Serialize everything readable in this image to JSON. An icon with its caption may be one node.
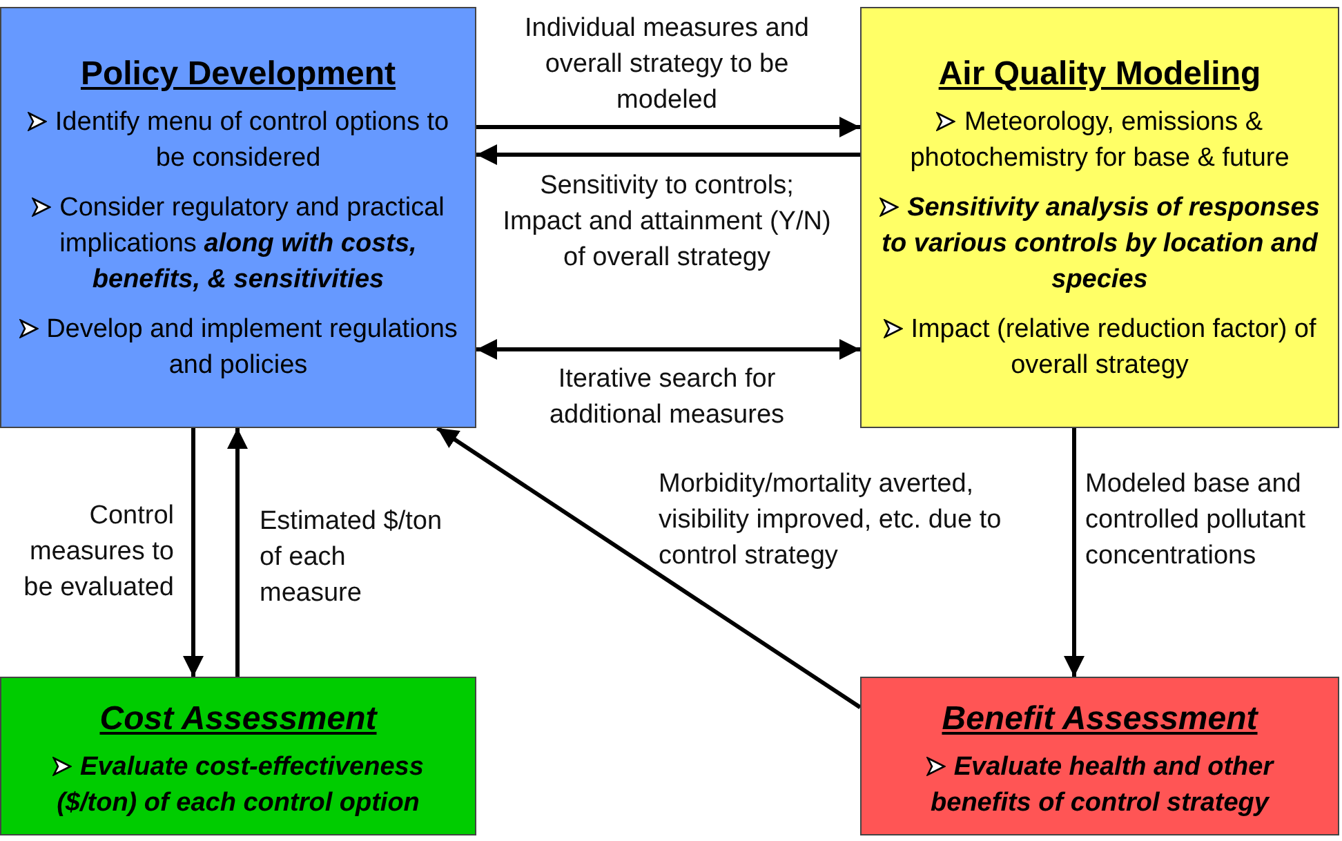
{
  "diagram": {
    "nodes": [
      {
        "text": [
          "Policy Development",
          "Identify menu of control options to be considered",
          "Consider regulatory and practical implications **along with costs, benefits, & sensitivities**",
          "Develop and implement regulations and policies"
        ]
      },
      {
        "text": [
          "Air Quality Modeling",
          "Meteorology, emissions & photochemistry for base & future",
          "**Sensitivity analysis of responses to various controls by location and species**",
          "Impact (relative reduction factor) of overall strategy"
        ]
      },
      {
        "text": [
          "*Cost Assessment*",
          "**Evaluate cost-effectiveness ($/ton) of each control option**"
        ]
      },
      {
        "text": [
          "*Benefit Assessment*",
          "**Evaluate health and other benefits of control strategy**"
        ]
      }
    ],
    "edges": [
      {
        "from": 0,
        "to": 1,
        "arrow": "to",
        "label": "Individual measures and overall strategy to be modeled"
      },
      {
        "from": 1,
        "to": 0,
        "arrow": "to",
        "label": "Sensitivity to controls; Impact and attainment (Y/N) of overall strategy"
      },
      {
        "from": 0,
        "to": 1,
        "arrow": "both",
        "label": "Iterative search for additional measures"
      },
      {
        "from": 0,
        "to": 2,
        "arrow": "to",
        "label": "Control measures to be evaluated"
      },
      {
        "from": 2,
        "to": 0,
        "arrow": "to",
        "label": "Estimated $/ton of each measure"
      },
      {
        "from": 1,
        "to": 3,
        "arrow": "to",
        "label": "Modeled base and controlled pollutant concentrations"
      },
      {
        "from": 3,
        "to": 0,
        "arrow": "to",
        "label": "Morbidity/mortality averted, visibility improved, etc. due to control strategy"
      }
    ]
  }
}
